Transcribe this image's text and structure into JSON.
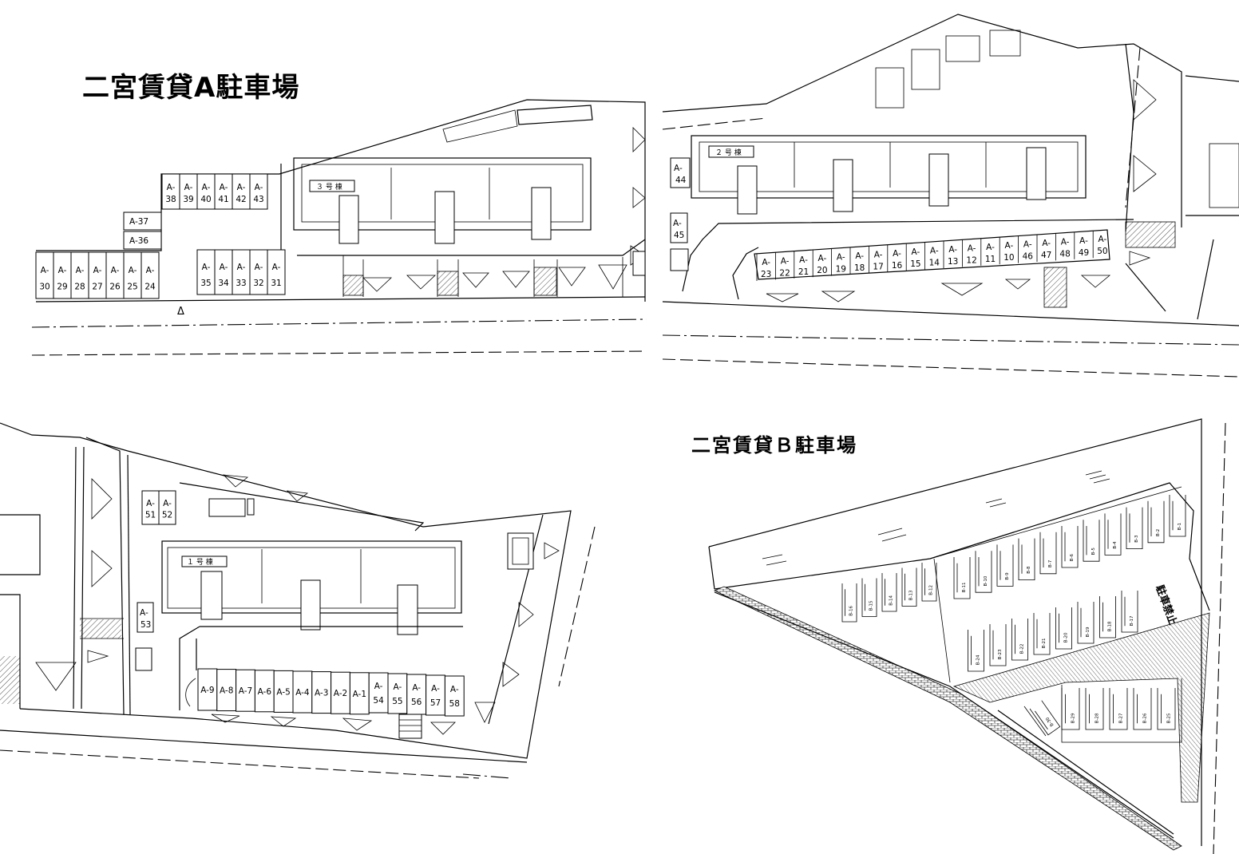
{
  "titles": {
    "a": "二宮賃貸A駐車場",
    "b": "二宮賃貸Ｂ駐車場"
  },
  "buildings": {
    "b3": "３ 号 棟",
    "b2": "２ 号 棟",
    "b1": "１ 号 棟"
  },
  "notes": {
    "no_parking": "駐車禁止",
    "triangle_mark": "Δ"
  },
  "spaces_a": {
    "row_top": [
      "38",
      "39",
      "40",
      "41",
      "42",
      "43"
    ],
    "row_bottom_left": [
      "30",
      "29",
      "28",
      "27",
      "26",
      "25",
      "24"
    ],
    "row_bottom_mid": [
      "35",
      "34",
      "33",
      "32",
      "31"
    ],
    "single": [
      "A-37",
      "A-36"
    ],
    "b2_side": [
      "44",
      "45"
    ],
    "b2_row": [
      "23",
      "22",
      "21",
      "20",
      "19",
      "18",
      "17",
      "16",
      "15",
      "14",
      "13",
      "12",
      "11",
      "10",
      "46",
      "47",
      "48",
      "49",
      "50"
    ],
    "b1_top": [
      "51",
      "52"
    ],
    "b1_side": [
      "53"
    ],
    "b1_row_single": [
      "A-9",
      "A-8",
      "A-7",
      "A-6",
      "A-5",
      "A-4",
      "A-3",
      "A-2",
      "A-1"
    ],
    "b1_row_double": [
      "54",
      "55",
      "56",
      "57",
      "58"
    ],
    "prefix": "A-"
  },
  "spaces_b": {
    "top_right": [
      "B-1",
      "B-2",
      "B-3",
      "B-4",
      "B-5",
      "B-6",
      "B-7",
      "B-8",
      "B-9",
      "B-10",
      "B-11"
    ],
    "left_group": [
      "B-12",
      "B-13",
      "B-14",
      "B-15",
      "B-16"
    ],
    "middle_row": [
      "B-17",
      "B-18",
      "B-19",
      "B-20",
      "B-21",
      "B-22",
      "B-23",
      "B-24"
    ],
    "bottom_row": [
      "B-25",
      "B-26",
      "B-27",
      "B-28",
      "B-29"
    ],
    "diagonal": [
      "B-30"
    ]
  }
}
